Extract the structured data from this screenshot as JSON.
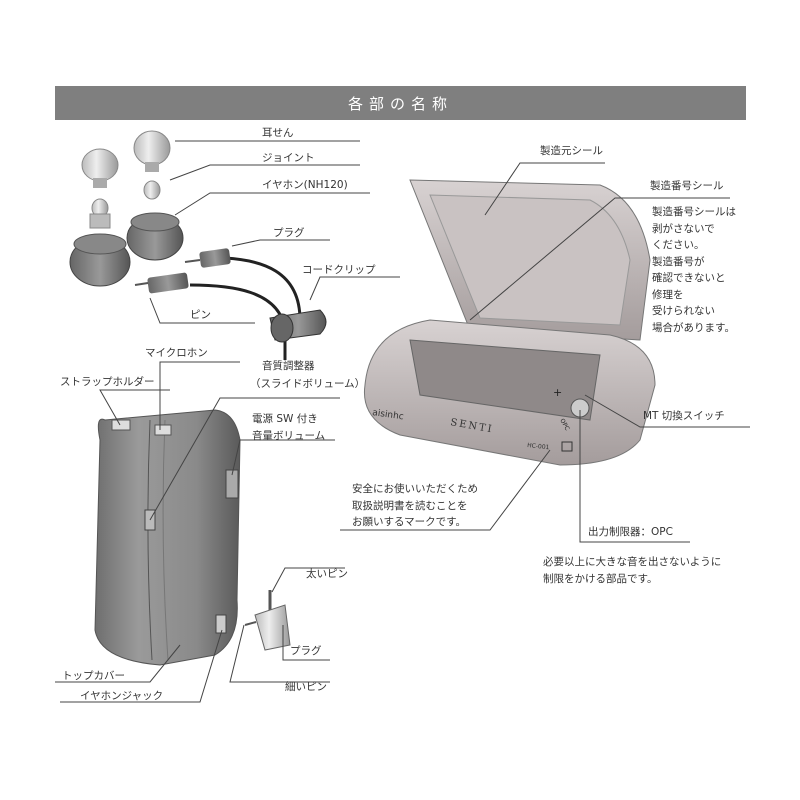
{
  "title": "各部の名称",
  "earphone_parts": {
    "ear_tip": "耳せん",
    "joint": "ジョイント",
    "earphone": "イヤホン(NH120)",
    "plug": "プラグ",
    "cord_clip": "コードクリップ",
    "pin": "ピン"
  },
  "battery_case": {
    "maker_seal": "製造元シール",
    "serial_seal": "製造番号シール",
    "serial_note": [
      "製造番号シールは",
      "剥がさないで",
      "ください。",
      "製造番号が",
      "確認できないと",
      "修理を",
      "受けられない",
      "場合があります。"
    ],
    "mt_switch": "MT 切換スイッチ",
    "opc": "出力制限器：OPC",
    "opc_note": [
      "必要以上に大きな音を出さないように",
      "制限をかける部品です。"
    ],
    "warning_note": [
      "安全にお使いいただくため",
      "取扱説明書を読むことを",
      "お願いするマークです。"
    ],
    "brand": "aisinhc",
    "product_name": "SENTI",
    "model": "HC-001",
    "plus_mark": "+",
    "opc_mark": "OPC"
  },
  "body": {
    "microphone": "マイクロホン",
    "tone_control": "音質調整器",
    "tone_control_sub": "（スライドボリューム）",
    "strap_holder": "ストラップホルダー",
    "power_sw": "電源 SW 付き",
    "volume": "音量ボリューム",
    "top_cover": "トップカバー",
    "earphone_jack": "イヤホンジャック"
  },
  "plug_detail": {
    "thick_pin": "太いピン",
    "plug": "プラグ",
    "thin_pin": "細いピン"
  }
}
